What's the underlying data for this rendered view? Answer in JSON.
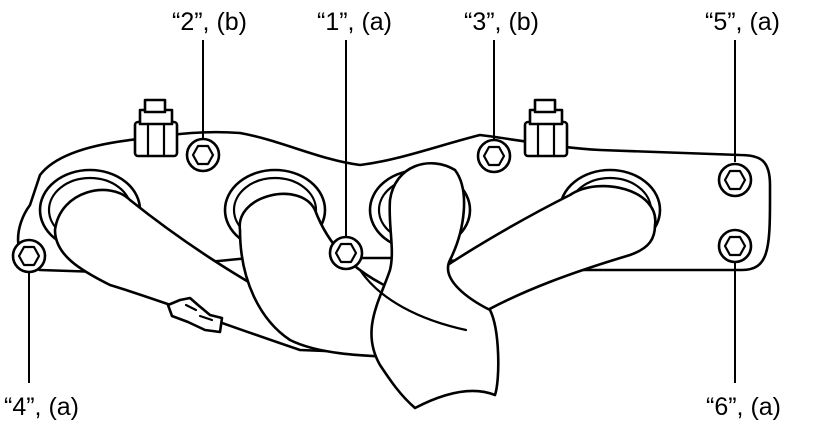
{
  "diagram": {
    "labels": [
      {
        "id": "bolt-2",
        "text": "“2”, (b)"
      },
      {
        "id": "bolt-1",
        "text": "“1”, (a)"
      },
      {
        "id": "bolt-3",
        "text": "“3”, (b)"
      },
      {
        "id": "bolt-5",
        "text": "“5”, (a)"
      },
      {
        "id": "bolt-4",
        "text": "“4”, (a)"
      },
      {
        "id": "bolt-6",
        "text": "“6”, (a)"
      }
    ]
  }
}
